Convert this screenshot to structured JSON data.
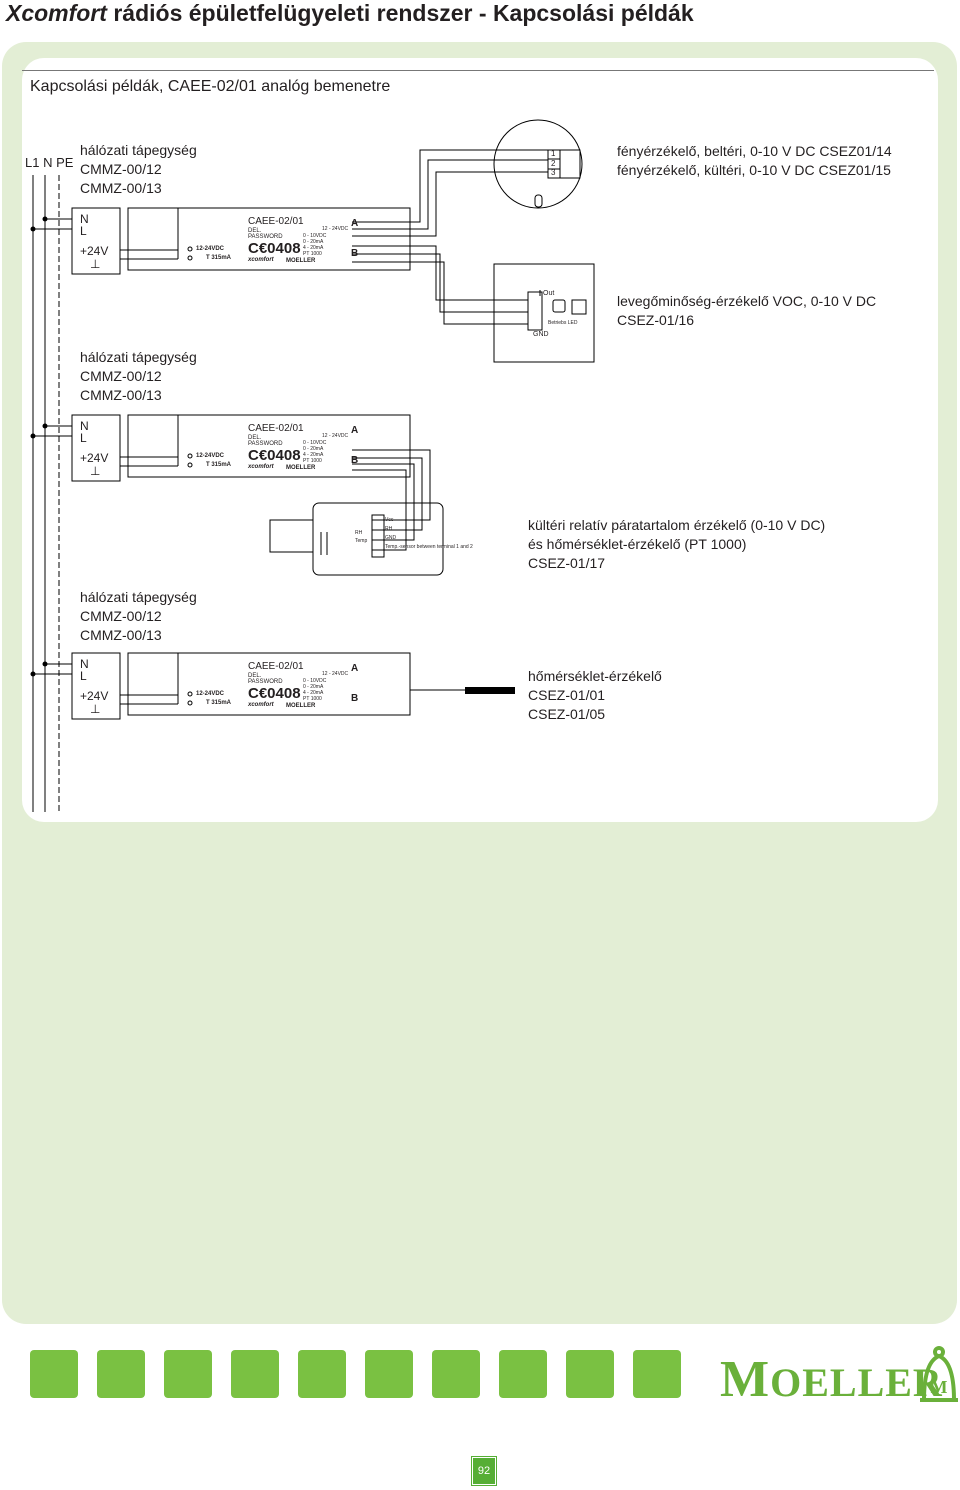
{
  "header": {
    "brand": "Xcomfort",
    "title_rest": " rádiós épületfelügyeleti rendszer - Kapcsolási példák"
  },
  "section": {
    "subtitle": "Kapcsolási példák, CAEE-02/01 analóg bemenetre"
  },
  "bus_labels": "L1 N PE",
  "supply": {
    "line1": "hálózati tápegység",
    "line2": "CMMZ-00/12",
    "line3": "CMMZ-00/13"
  },
  "supply_terminals": {
    "n": "N",
    "l": "L",
    "v24": "+24V",
    "gnd": "⊥"
  },
  "module_text": {
    "model": "CAEE-02/01",
    "del": "DEL.",
    "password": "PASSWORD",
    "ce": "C€0408",
    "xcomfort": "xcomfort",
    "moeller": "MOELLER",
    "supply_v": "12-24VDC",
    "fuse": "T 315mA",
    "ranges": [
      "0 - 10VDC",
      "0 - 20mA",
      "4 - 20mA",
      "PT 1000"
    ],
    "ch_a": "A",
    "ch_b": "B",
    "ch_v": "12 - 24VDC"
  },
  "sensors": {
    "light_indoor": "fényérzékelő, beltéri, 0-10 V DC  CSEZ01/14",
    "light_outdoor": "fényérzékelő, kültéri, 0-10 V DC  CSEZ01/15",
    "voc_line1": "levegőminőség-érzékelő VOC, 0-10 V DC",
    "voc_line2": "CSEZ-01/16",
    "hum_line1": "kültéri relatív páratartalom érzékelő (0-10 V DC)",
    "hum_line2": "és hőmérséklet-érzékelő (PT 1000)",
    "hum_line3": "CSEZ-01/17",
    "temp_line1": "hőmérséklet-érzékelő",
    "temp_line2": "CSEZ-01/01",
    "temp_line3": "CSEZ-01/05"
  },
  "voc_box": {
    "out": "Out",
    "gnd": "GND",
    "led": "Betriebs LED"
  },
  "light_terminals": [
    "1",
    "2",
    "3"
  ],
  "hum_box": {
    "vcc": "Vcc",
    "rh": "RH",
    "gnd": "GND",
    "temp": "Temp",
    "note": "Temp.-sensor between terminal 1 and 2",
    "rh_label": "RH",
    "temp_label": "Temp"
  },
  "footer": {
    "logo_initial": "M",
    "logo_rest": "OELLER",
    "page_number": "92"
  },
  "colors": {
    "panel_green": "#e3eed5",
    "accent_green": "#7ac142",
    "badge_green": "#56ae35"
  }
}
